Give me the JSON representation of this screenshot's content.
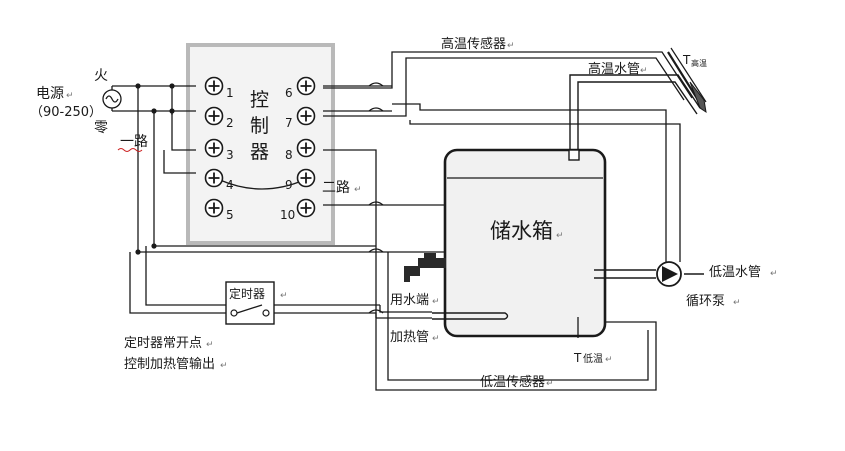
{
  "power": {
    "label": "电源",
    "voltage": "（90-250）",
    "live": "火",
    "neutral": "零"
  },
  "circuit_one": "一路",
  "circuit_two": "二路",
  "controller": {
    "title_chars": [
      "控",
      "制",
      "器"
    ],
    "left_terminals": [
      "1",
      "2",
      "3",
      "4",
      "5"
    ],
    "right_terminals": [
      "6",
      "7",
      "8",
      "9",
      "10"
    ]
  },
  "sensors": {
    "high_temp_sensor": "高温传感器",
    "high_temp_pipe": "高温水管",
    "t_high_main": "T",
    "t_high_sub": "高温",
    "low_temp_sensor": "低温传感器",
    "t_low_main": "T",
    "t_low_sub": "低温"
  },
  "tank": {
    "title": "储水箱",
    "outlet": "用水端",
    "heater": "加热管",
    "low_temp_pipe": "低温水管",
    "pump": "循环泵"
  },
  "timer": {
    "title": "定时器",
    "note_line1": "定时器常开点",
    "note_line2": "控制加热管输出"
  },
  "return_mark": "↵",
  "colors": {
    "line": "#1a1a1a",
    "controller_border": "#b9b9b9",
    "controller_fill": "#f3f3f3",
    "tank_fill": "#f1f1f1",
    "squiggle": "#cc2222"
  }
}
